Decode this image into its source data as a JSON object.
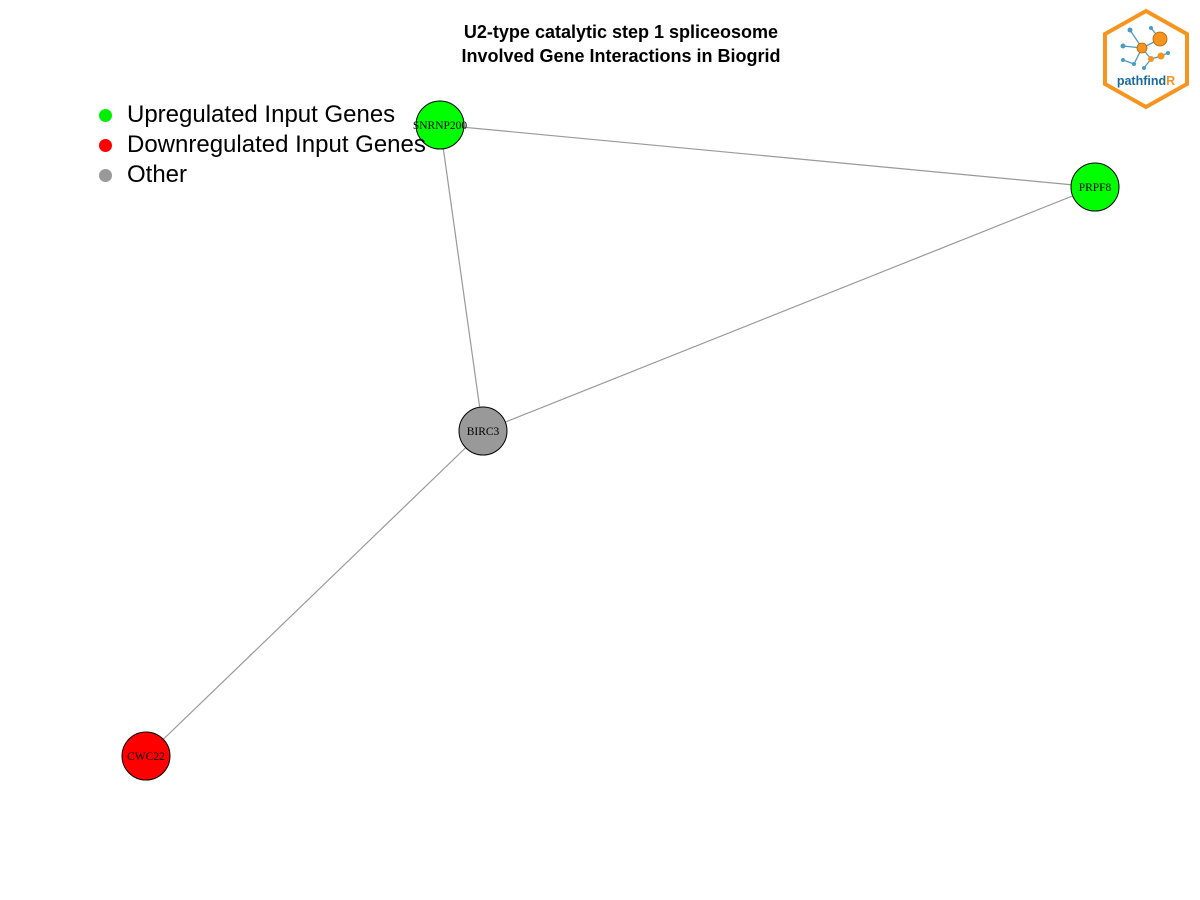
{
  "title": {
    "line1": "U2-type catalytic step 1 spliceosome",
    "line2": "Involved Gene Interactions in Biogrid"
  },
  "legend": [
    {
      "label": "Upregulated Input Genes",
      "color": "#00ee00"
    },
    {
      "label": "Downregulated Input Genes",
      "color": "#ff0000"
    },
    {
      "label": "Other",
      "color": "#999999"
    }
  ],
  "nodes": [
    {
      "id": "SNRNP200",
      "label": "SNRNP200",
      "category": "up",
      "color": "#00ff00"
    },
    {
      "id": "PRPF8",
      "label": "PRPF8",
      "category": "up",
      "color": "#00ff00"
    },
    {
      "id": "BIRC3",
      "label": "BIRC3",
      "category": "other",
      "color": "#999999"
    },
    {
      "id": "CWC22",
      "label": "CWC22",
      "category": "down",
      "color": "#ff0000"
    }
  ],
  "edges": [
    {
      "source": "SNRNP200",
      "target": "PRPF8"
    },
    {
      "source": "SNRNP200",
      "target": "BIRC3"
    },
    {
      "source": "PRPF8",
      "target": "BIRC3"
    },
    {
      "source": "BIRC3",
      "target": "CWC22"
    }
  ],
  "logo": {
    "text_main": "pathfind",
    "text_accent": "R",
    "border_color": "#f7941d",
    "text_color": "#1b6a9c"
  }
}
